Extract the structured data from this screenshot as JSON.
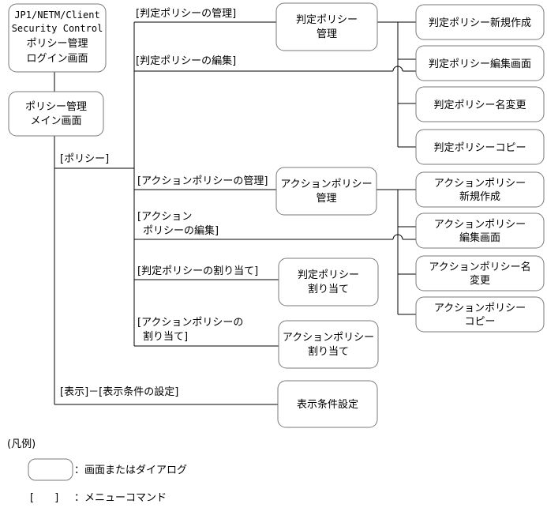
{
  "screens": {
    "login": [
      "JP1/NETM/Client",
      "Security Control",
      "ポリシー管理",
      "ログイン画面"
    ],
    "main": [
      "ポリシー管理",
      "メイン画面"
    ],
    "judge_mgmt": [
      "判定ポリシー",
      "管理"
    ],
    "judge_new": [
      "判定ポリシー新規作成"
    ],
    "judge_edit": [
      "判定ポリシー編集画面"
    ],
    "judge_rename": [
      "判定ポリシー名変更"
    ],
    "judge_copy": [
      "判定ポリシーコピー"
    ],
    "action_mgmt": [
      "アクションポリシー",
      "管理"
    ],
    "action_new": [
      "アクションポリシー",
      "新規作成"
    ],
    "action_edit": [
      "アクションポリシー",
      "編集画面"
    ],
    "action_rename": [
      "アクションポリシー名",
      "変更"
    ],
    "action_copy": [
      "アクションポリシー",
      "コピー"
    ],
    "judge_assign": [
      "判定ポリシー",
      "割り当て"
    ],
    "action_assign": [
      "アクションポリシー",
      "割り当て"
    ],
    "display_cond": [
      "表示条件設定"
    ]
  },
  "menus": {
    "policy": "[ポリシー]",
    "judge_mgmt": "[判定ポリシーの管理]",
    "judge_edit": "[判定ポリシーの編集]",
    "action_mgmt": "[アクションポリシーの管理]",
    "action_edit": [
      "[アクション",
      "ポリシーの編集]"
    ],
    "judge_assign": "[判定ポリシーの割り当て]",
    "action_assign": [
      "[アクションポリシーの",
      "割り当て]"
    ],
    "display": "[表示]－[表示条件の設定]"
  },
  "legend": {
    "title": "(凡例)",
    "screen": "：画面またはダイアログ",
    "menu_bracket": "[　　]",
    "menu": "：メニューコマンド"
  }
}
